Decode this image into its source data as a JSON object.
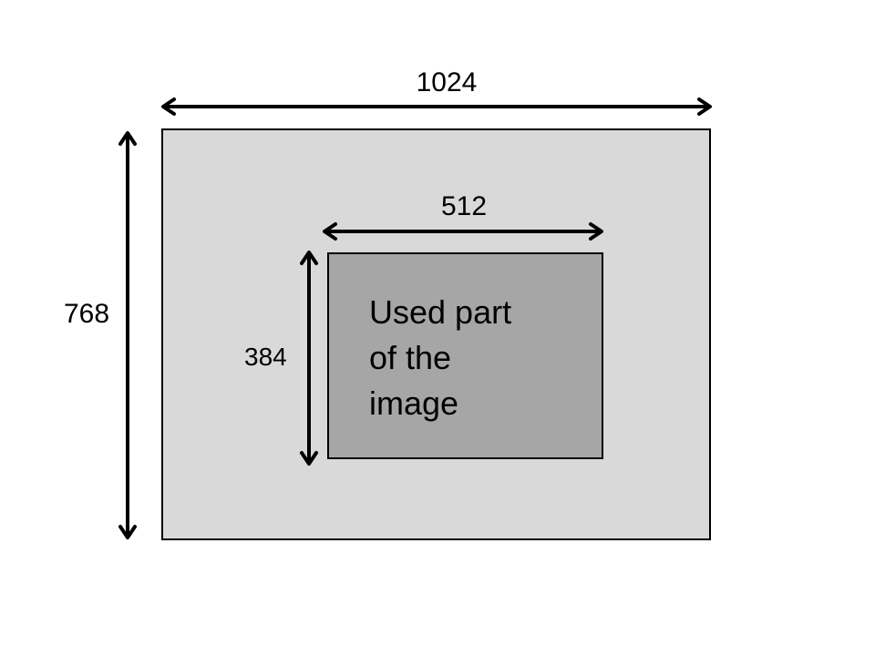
{
  "colors": {
    "background": "#ffffff",
    "outer_fill": "#d9d9d9",
    "inner_fill": "#a6a6a6",
    "stroke": "#000000"
  },
  "outer": {
    "width_label": "1024",
    "height_label": "768"
  },
  "inner": {
    "width_label": "512",
    "height_label": "384",
    "text": "Used part\nof the\nimage"
  }
}
